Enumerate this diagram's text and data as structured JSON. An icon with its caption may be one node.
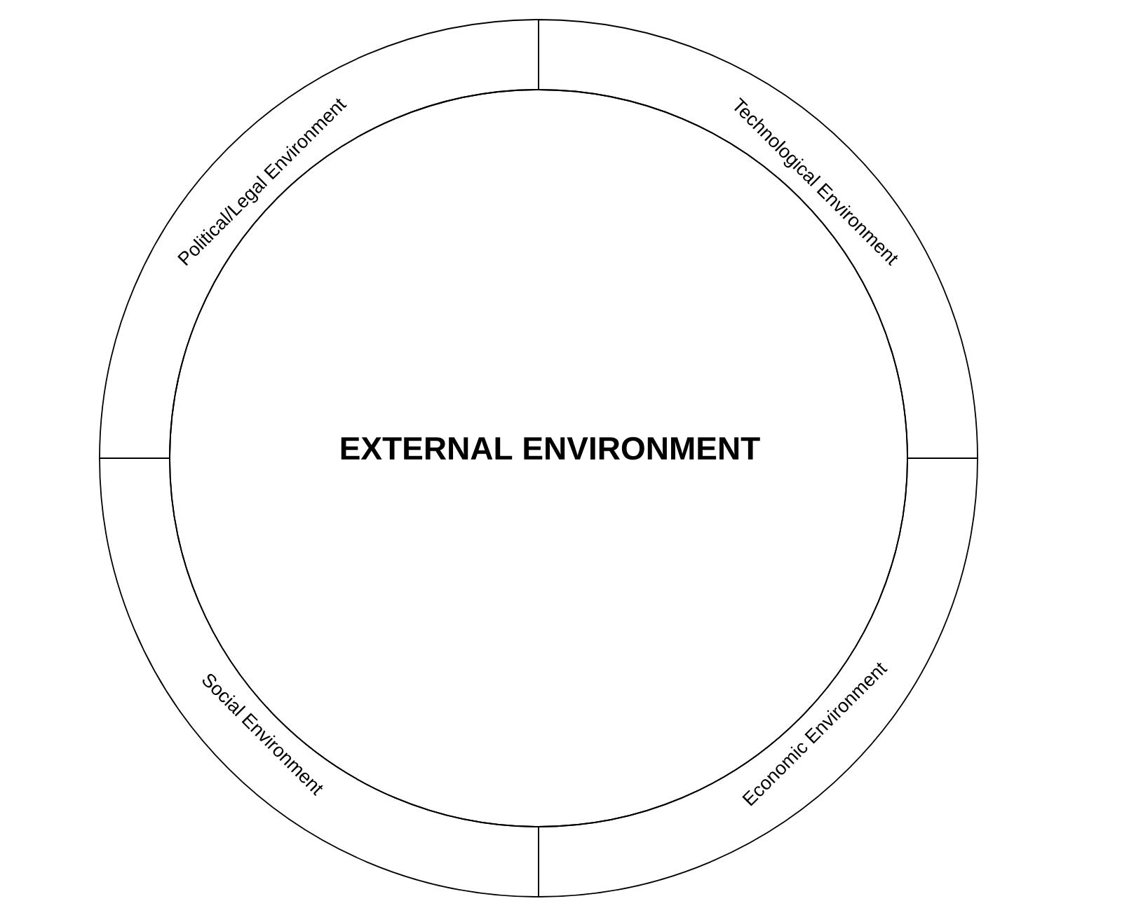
{
  "diagram": {
    "nodes": [
      {
        "text": [
          "EXTERNAL ENVIRONMENT"
        ]
      },
      {
        "text": [
          "Political/Legal Environment"
        ]
      },
      {
        "text": [
          "Technological Environment"
        ]
      },
      {
        "text": [
          "Economic Environment"
        ]
      },
      {
        "text": [
          "Social Environment"
        ]
      }
    ]
  }
}
